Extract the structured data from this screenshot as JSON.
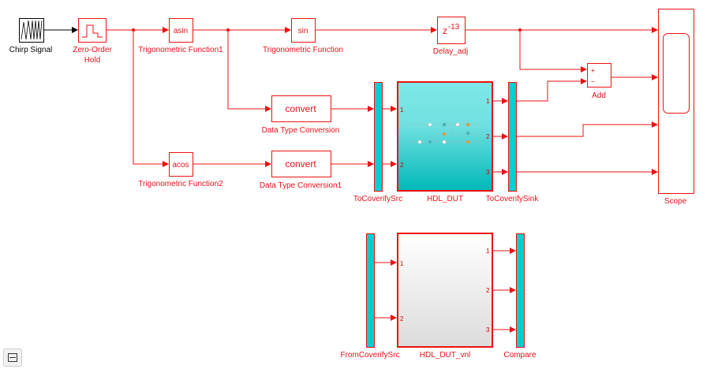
{
  "blocks": {
    "chirp": "Chirp Signal",
    "zoh_line1": "Zero-Order",
    "zoh_line2": "Hold",
    "asin_label": "Trigonometric Function1",
    "asin_text": "asin",
    "sin_label": "Trigonometric Function",
    "sin_text": "sin",
    "delay_label": "Delay_adj",
    "delay_text": "z",
    "delay_exp": "-13",
    "scope": "Scope",
    "add": "Add",
    "add_plus": "+",
    "add_minus": "−",
    "convert1_label": "Data Type Conversion",
    "convert2_label": "Data Type Conversion1",
    "convert_text": "convert",
    "acos_label": "Trigonometric Function2",
    "acos_text": "acos",
    "src": "ToCoverifySrc",
    "dut": "HDL_DUT",
    "sink": "ToCoverifySink",
    "from_src": "FromCoverifySrc",
    "dut_vnl": "HDL_DUT_vnl",
    "compare": "Compare"
  },
  "ports": {
    "p1": "1",
    "p2": "2",
    "p3": "3"
  },
  "colors": {
    "signal": "#ee1111",
    "bar": "#00d0d0"
  },
  "toolbar": {
    "fit_icon": "fit-to-view-icon"
  }
}
